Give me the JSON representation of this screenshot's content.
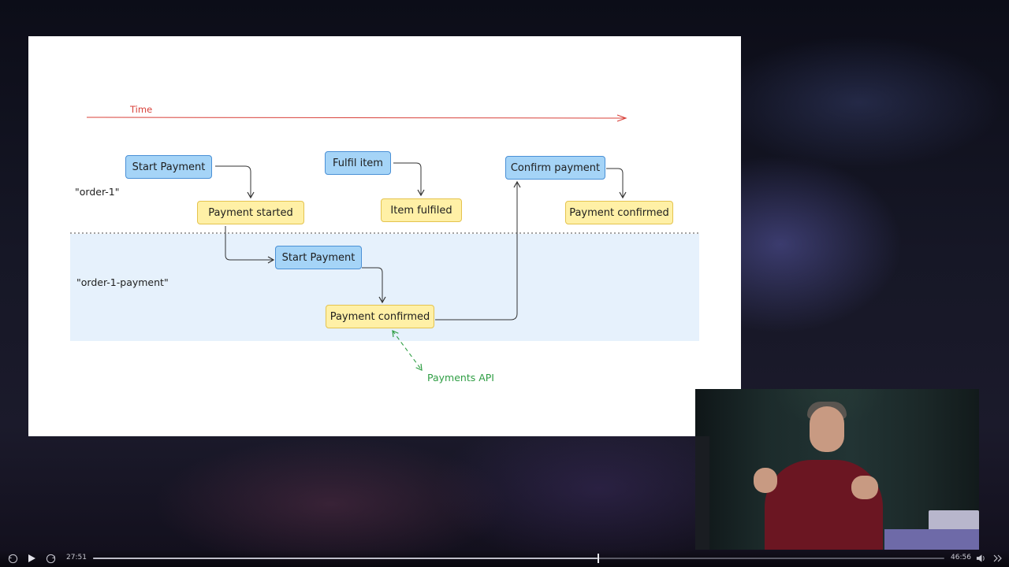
{
  "slide": {
    "time_label": "Time",
    "lanes": [
      "\"order-1\"",
      "\"order-1-payment\""
    ],
    "nodes": {
      "start_payment_1": "Start Payment",
      "payment_started": "Payment started",
      "fulfil_item": "Fulfil item",
      "item_fulfilled": "Item fulfiled",
      "confirm_payment": "Confirm payment",
      "payment_confirmed_1": "Payment confirmed",
      "start_payment_2": "Start Payment",
      "payment_confirmed_2": "Payment confirmed"
    },
    "external": "Payments API",
    "colors": {
      "command_fill": "#a5d4f7",
      "command_stroke": "#4a90d6",
      "event_fill": "#fff0a6",
      "event_stroke": "#e4c34e",
      "timeline": "#d8413a",
      "external": "#2f9e44",
      "lane_band": "#e6f1fc"
    }
  },
  "player": {
    "current_time": "27:51",
    "duration": "46:56",
    "progress": 0.593,
    "icons": [
      "rewind-15-icon",
      "play-icon",
      "forward-15-icon",
      "volume-icon",
      "skip-icon"
    ]
  }
}
